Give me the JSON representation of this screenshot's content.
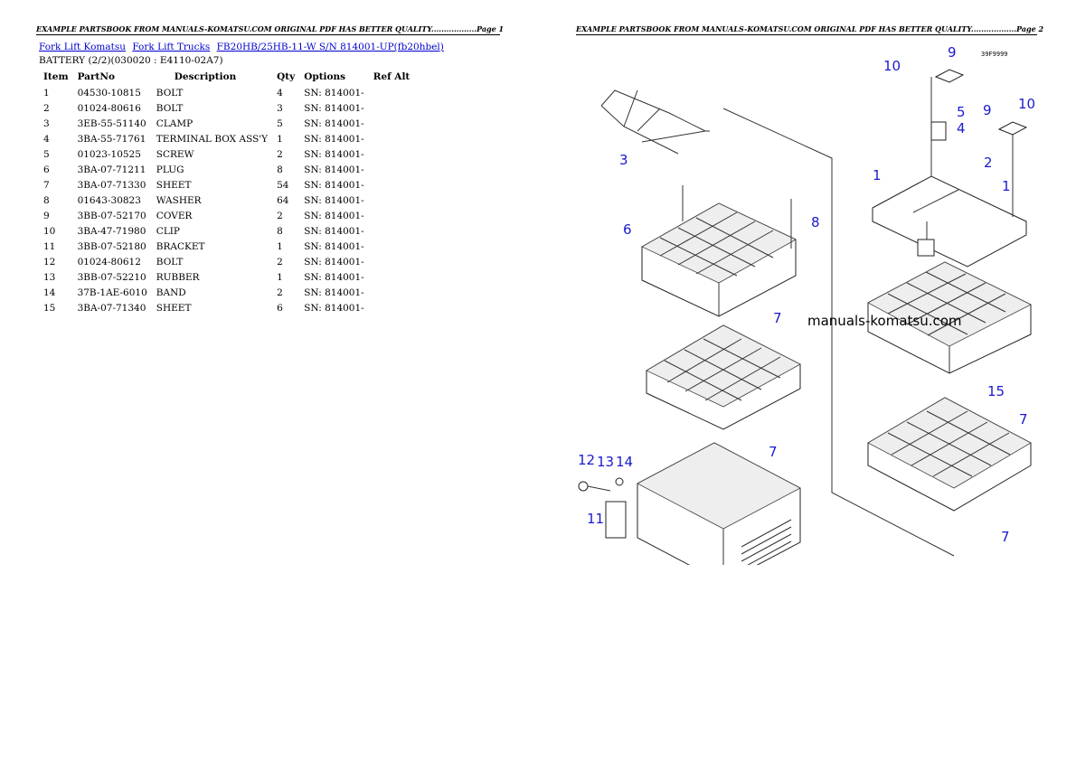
{
  "headers": {
    "page1": "EXAMPLE PARTSBOOK FROM MANUALS-KOMATSU.COM ORIGINAL PDF HAS BETTER QUALITY..................Page 1",
    "page2": "EXAMPLE PARTSBOOK FROM MANUALS-KOMATSU.COM ORIGINAL PDF HAS BETTER QUALITY..................Page 2"
  },
  "breadcrumbs": [
    "Fork Lift Komatsu",
    "Fork Lift Trucks",
    "FB20HB/25HB-11-W S/N 814001-UP(fb20hbel)"
  ],
  "subtitle": "BATTERY (2/2)(030020 : E4110-02A7)",
  "table": {
    "headers": [
      "Item",
      "PartNo",
      "Description",
      "Qty",
      "Options",
      "Ref Alt"
    ],
    "rows": [
      [
        "1",
        "04530-10815",
        "BOLT",
        "4",
        "SN: 814001-",
        ""
      ],
      [
        "2",
        "01024-80616",
        "BOLT",
        "3",
        "SN: 814001-",
        ""
      ],
      [
        "3",
        "3EB-55-51140",
        "CLAMP",
        "5",
        "SN: 814001-",
        ""
      ],
      [
        "4",
        "3BA-55-71761",
        "TERMINAL BOX ASS'Y",
        "1",
        "SN: 814001-",
        ""
      ],
      [
        "5",
        "01023-10525",
        "SCREW",
        "2",
        "SN: 814001-",
        ""
      ],
      [
        "6",
        "3BA-07-71211",
        "PLUG",
        "8",
        "SN: 814001-",
        ""
      ],
      [
        "7",
        "3BA-07-71330",
        "SHEET",
        "54",
        "SN: 814001-",
        ""
      ],
      [
        "8",
        "01643-30823",
        "WASHER",
        "64",
        "SN: 814001-",
        ""
      ],
      [
        "9",
        "3BB-07-52170",
        "COVER",
        "2",
        "SN: 814001-",
        ""
      ],
      [
        "10",
        "3BA-47-71980",
        "CLIP",
        "8",
        "SN: 814001-",
        ""
      ],
      [
        "11",
        "3BB-07-52180",
        "BRACKET",
        "1",
        "SN: 814001-",
        ""
      ],
      [
        "12",
        "01024-80612",
        "BOLT",
        "2",
        "SN: 814001-",
        ""
      ],
      [
        "13",
        "3BB-07-52210",
        "RUBBER",
        "1",
        "SN: 814001-",
        ""
      ],
      [
        "14",
        "37B-1AE-6010",
        "BAND",
        "2",
        "SN: 814001-",
        ""
      ],
      [
        "15",
        "3BA-07-71340",
        "SHEET",
        "6",
        "SN: 814001-",
        ""
      ]
    ]
  },
  "diagram": {
    "watermark": "manuals-komatsu.com",
    "code": "39F9999",
    "labels": [
      "10",
      "9",
      "5",
      "4",
      "9",
      "10",
      "1",
      "2",
      "1",
      "3",
      "6",
      "8",
      "7",
      "7",
      "15",
      "7",
      "7",
      "12",
      "13",
      "14",
      "11"
    ]
  }
}
